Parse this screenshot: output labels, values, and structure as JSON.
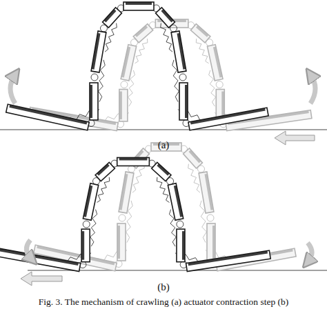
{
  "diagram": {
    "caption": "Fig. 3. The mechanism of crawling (a) actuator contraction step (b)",
    "labels": [
      "(a)",
      "(b)"
    ]
  }
}
